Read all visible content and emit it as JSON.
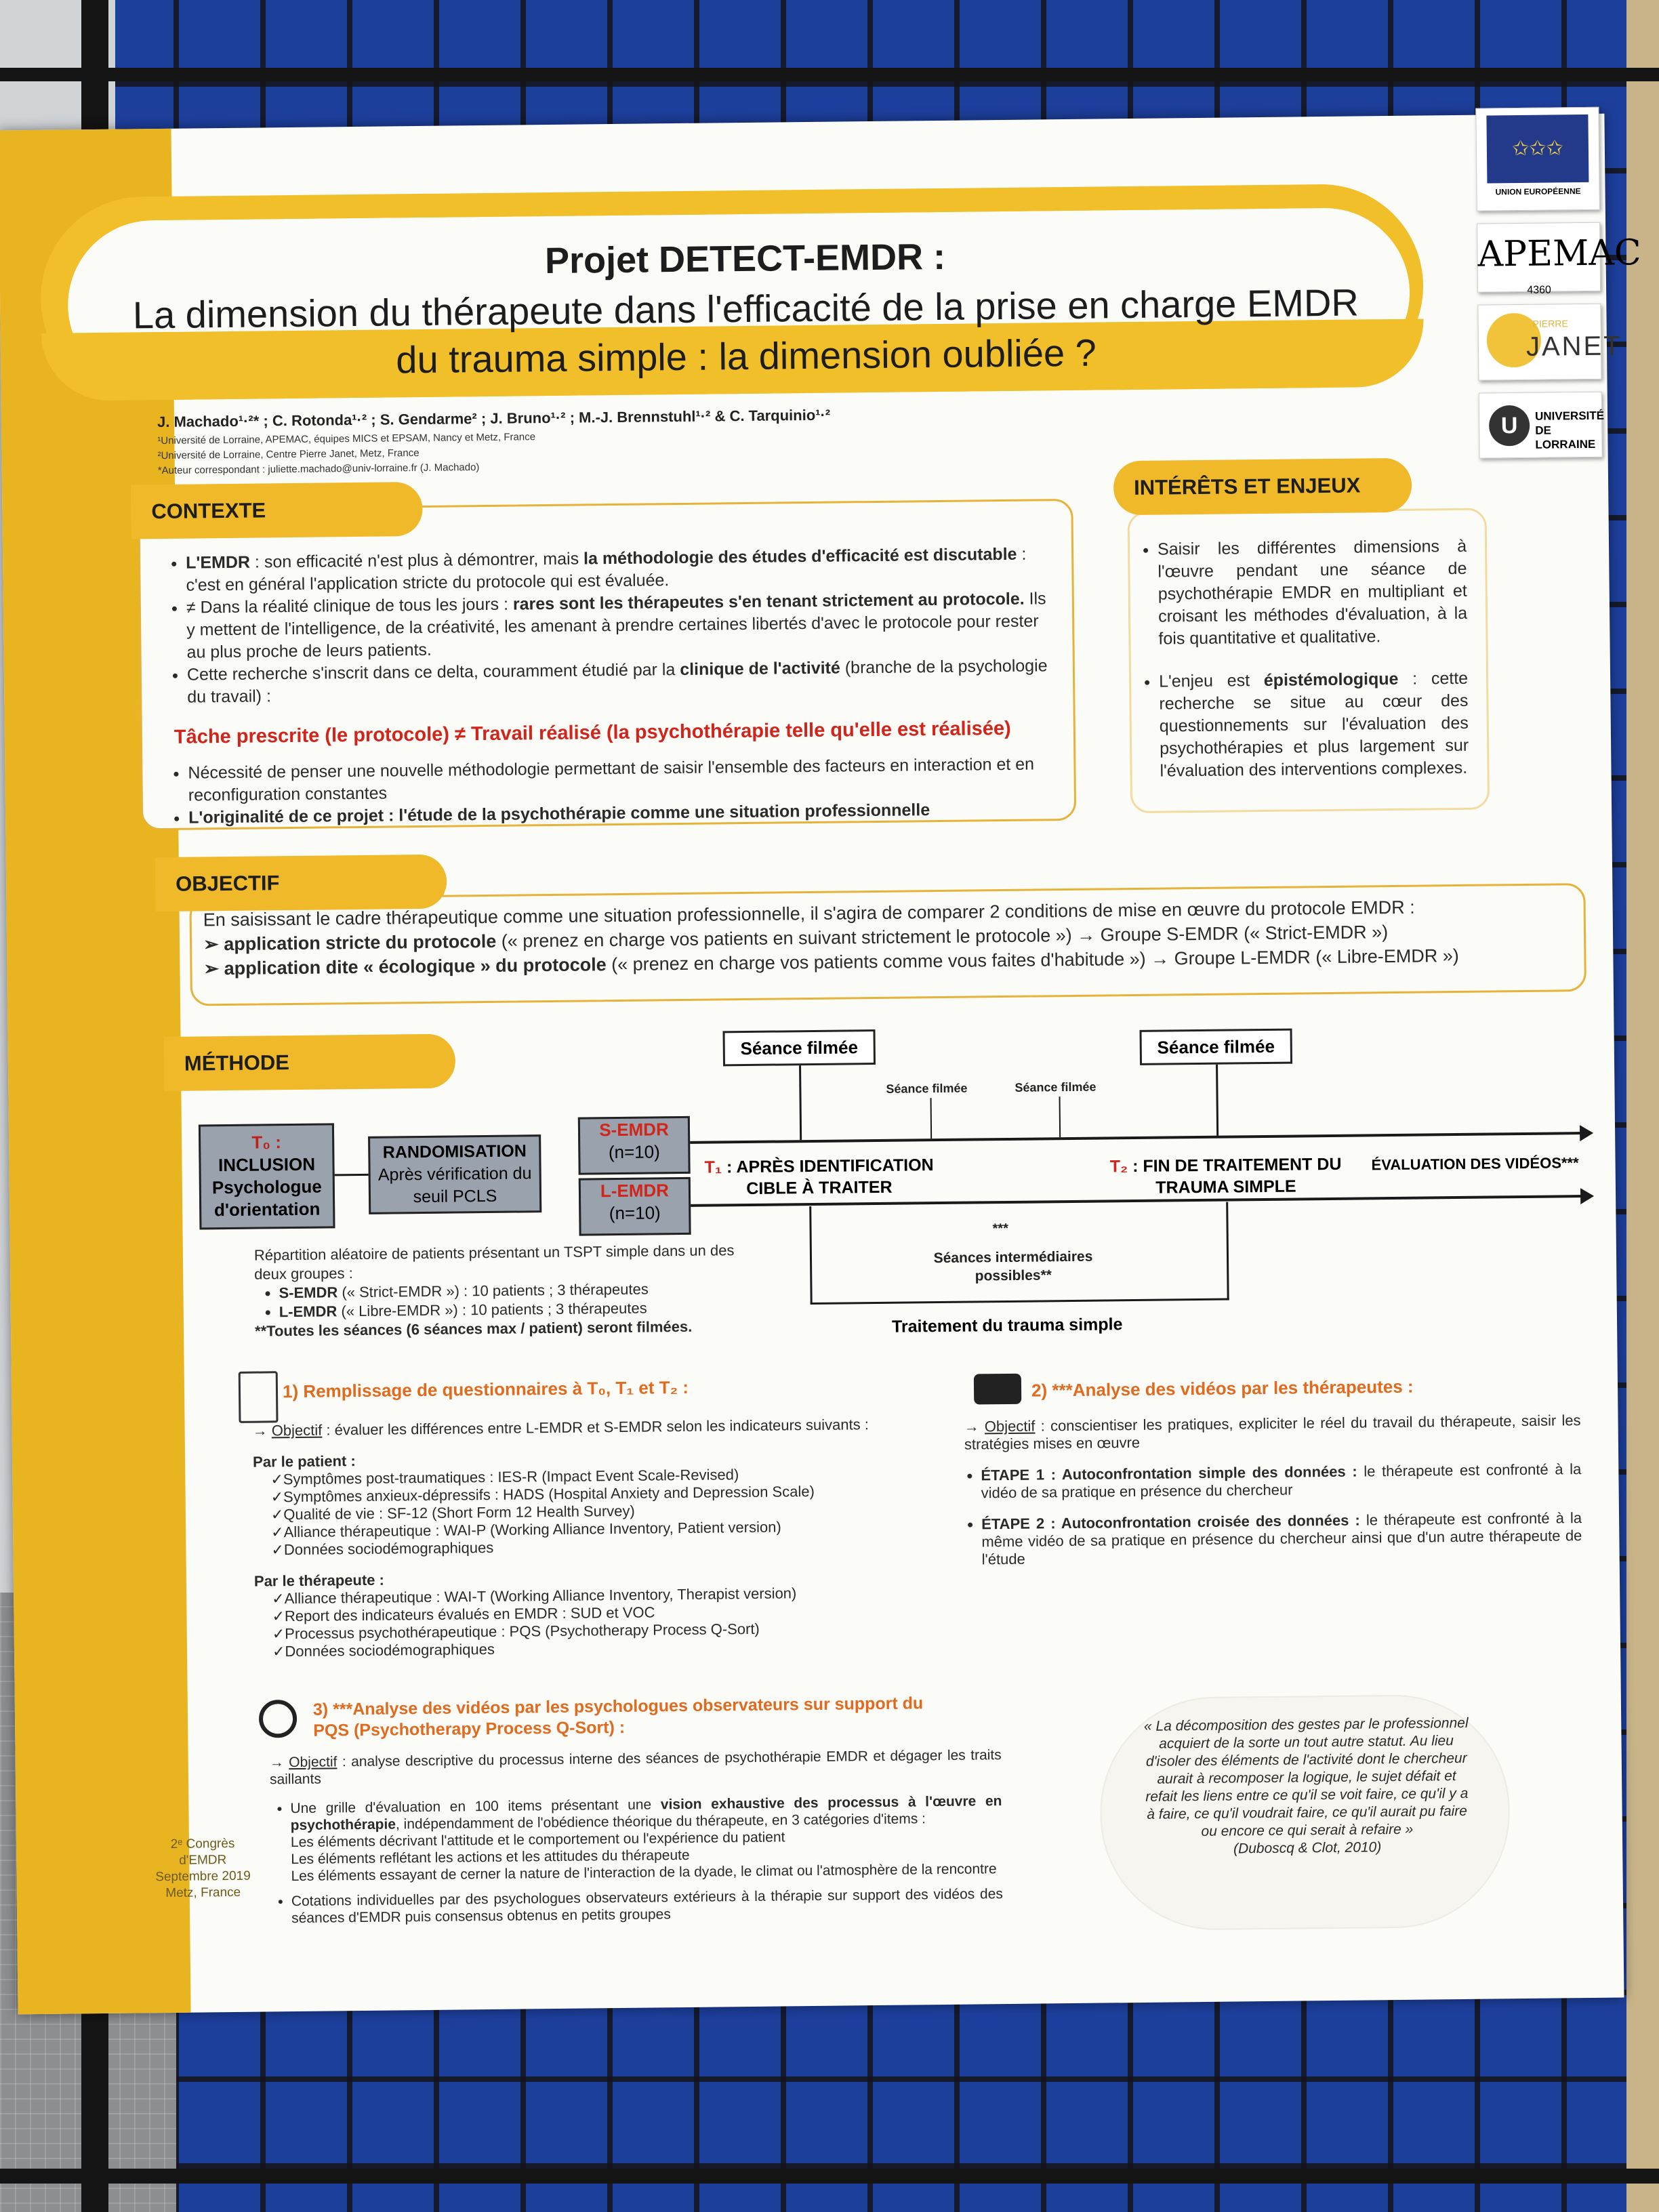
{
  "poster": {
    "title_main": "Projet DETECT-EMDR :",
    "title_sub1": "La dimension du thérapeute dans l'efficacité de la prise en charge EMDR",
    "title_sub2": "du trauma simple : la dimension oubliée ?",
    "authors": "J. Machado¹·²* ; C. Rotonda¹·² ; S. Gendarme² ; J. Bruno¹·² ; M.-J. Brennstuhl¹·² & C. Tarquinio¹·²",
    "aff1": "¹Université de Lorraine, APEMAC, équipes MICS et EPSAM, Nancy et Metz, France",
    "aff2": "²Université de Lorraine, Centre Pierre Janet, Metz, France",
    "aff3": "*Auteur correspondant : juliette.machado@univ-lorraine.fr (J. Machado)"
  },
  "logos": {
    "eu": "UNION EUROPÉENNE",
    "apemac": "APEMAC",
    "apemac_num": "4360",
    "janet_small": "PIERRE",
    "janet": "JANET",
    "ul1": "UNIVERSITÉ",
    "ul2": "DE LORRAINE"
  },
  "contexte": {
    "heading": "CONTEXTE",
    "b1a": "L'EMDR",
    "b1b": " : son efficacité n'est plus à démontrer, mais ",
    "b1c": "la méthodologie des études d'efficacité est discutable",
    "b1d": " : c'est en général l'application stricte du protocole qui est évaluée.",
    "b2a": "≠ Dans la réalité clinique de tous les jours : ",
    "b2b": "rares sont les thérapeutes s'en tenant strictement au protocole.",
    "b2c": " Ils y mettent de l'intelligence, de la créativité, les amenant à prendre certaines libertés d'avec le protocole pour rester au plus proche de leurs patients.",
    "b3a": "Cette recherche s'inscrit dans ce delta, couramment étudié par la ",
    "b3b": "clinique de l'activité",
    "b3c": " (branche de la psychologie du travail) :",
    "red_line": "Tâche prescrite (le protocole) ≠ Travail réalisé (la psychothérapie telle qu'elle est réalisée)",
    "b4": "Nécessité de penser une nouvelle méthodologie permettant de saisir l'ensemble des facteurs en interaction et en reconfiguration constantes",
    "b5": "L'originalité de ce projet : l'étude de la psychothérapie comme une situation professionnelle"
  },
  "interets": {
    "heading": "INTÉRÊTS ET ENJEUX",
    "p1": "Saisir les différentes dimensions à l'œuvre pendant une séance de psychothérapie EMDR en multipliant et croisant les méthodes d'évaluation, à la fois quantitative et qualitative.",
    "p2a": "L'enjeu est ",
    "p2b": "épistémologique",
    "p2c": " : cette recherche se situe au cœur des questionnements sur l'évaluation des psychothérapies et plus largement sur l'évaluation des interventions complexes."
  },
  "objectif": {
    "heading": "OBJECTIF",
    "intro": "En saisissant le cadre thérapeutique comme une situation professionnelle, il s'agira de comparer 2 conditions de mise en œuvre du protocole EMDR :",
    "l1a": "➢ application stricte du protocole",
    "l1b": " (« prenez en charge vos patients en suivant strictement le protocole ») → Groupe S-EMDR (« Strict-EMDR »)",
    "l2a": "➢ application dite « écologique » du protocole",
    "l2b": " (« prenez en charge vos patients comme vous faites d'habitude ») → Groupe L-EMDR (« Libre-EMDR »)"
  },
  "methode": {
    "heading": "MÉTHODE",
    "seance1": "Séance filmée",
    "seance2": "Séance filmée",
    "seance_small1": "Séance filmée",
    "seance_small2": "Séance filmée",
    "t0": "T₀ :",
    "inclusion": "INCLUSION",
    "psy": "Psychologue d'orientation",
    "rando1": "RANDOMISATION",
    "rando2": "Après vérification du seuil PCLS",
    "semdr": "S-EMDR",
    "n1": "(n=10)",
    "lemdr": "L-EMDR",
    "n2": "(n=10)",
    "t1": "T₁",
    "t1_text": " : APRÈS IDENTIFICATION CIBLE À TRAITER",
    "t2": "T₂",
    "t2_text": " : FIN DE TRAITEMENT DU TRAUMA SIMPLE",
    "eval": "ÉVALUATION DES VIDÉOS***",
    "dots": "***",
    "inter": "Séances intermédiaires possibles**",
    "traitement": "Traitement du trauma simple",
    "rep1": "Répartition aléatoire de patients présentant un TSPT simple dans un des deux groupes :",
    "rep2a": "S-EMDR",
    "rep2b": " (« Strict-EMDR ») : 10 patients ; 3 thérapeutes",
    "rep3a": "L-EMDR",
    "rep3b": " (« Libre-EMDR ») : 10 patients ; 3 thérapeutes",
    "rep4": "**Toutes les séances (6 séances max / patient) seront filmées."
  },
  "q1": {
    "title": "1) Remplissage de questionnaires à T₀, T₁ et T₂ :",
    "obj_label": "Objectif",
    "obj": " : évaluer les différences entre L-EMDR et S-EMDR selon les indicateurs suivants :",
    "patient": "Par le patient :",
    "p_items": [
      "Symptômes post-traumatiques : IES-R (Impact Event Scale-Revised)",
      "Symptômes anxieux-dépressifs : HADS (Hospital Anxiety and Depression Scale)",
      "Qualité de vie : SF-12 (Short Form 12 Health Survey)",
      "Alliance thérapeutique : WAI-P (Working Alliance Inventory, Patient version)",
      "Données sociodémographiques"
    ],
    "therapeute": "Par le thérapeute :",
    "t_items": [
      "Alliance thérapeutique : WAI-T (Working Alliance Inventory, Therapist version)",
      "Report des indicateurs évalués en EMDR : SUD et VOC",
      "Processus psychothérapeutique : PQS (Psychotherapy Process Q-Sort)",
      "Données sociodémographiques"
    ]
  },
  "q2": {
    "title": "2) ***Analyse des vidéos par les thérapeutes :",
    "obj_label": "Objectif",
    "obj": " : conscientiser les pratiques, expliciter le réel du travail du thérapeute, saisir les stratégies mises en œuvre",
    "e1a": "ÉTAPE 1 : Autoconfrontation simple des données :",
    "e1b": " le thérapeute est confronté à la vidéo de sa pratique en présence du chercheur",
    "e2a": "ÉTAPE 2 : Autoconfrontation croisée des données :",
    "e2b": " le thérapeute est confronté à la même vidéo de sa pratique en présence du chercheur ainsi que d'un autre thérapeute de l'étude"
  },
  "q3": {
    "title": "3) ***Analyse des vidéos par les psychologues observateurs sur support du PQS (Psychotherapy Process Q-Sort) :",
    "obj_label": "Objectif",
    "obj": " : analyse descriptive du processus interne des séances de psychothérapie EMDR et dégager les traits saillants",
    "i1a": "Une grille d'évaluation en 100 items présentant une ",
    "i1b": "vision exhaustive des processus à l'œuvre en psychothérapie",
    "i1c": ", indépendamment de l'obédience théorique du thérapeute, en 3 catégories d'items :",
    "s1": "Les éléments décrivant l'attitude et le comportement ou l'expérience du patient",
    "s2": "Les éléments reflétant les actions et les attitudes du thérapeute",
    "s3": "Les éléments essayant de cerner la nature de l'interaction de la dyade, le climat ou l'atmosphère de la rencontre",
    "i2": "Cotations individuelles par des psychologues observateurs extérieurs à la thérapie sur support des vidéos des séances d'EMDR puis consensus obtenus en petits groupes"
  },
  "quote": {
    "text": "« La décomposition des gestes par le professionnel acquiert de la sorte un tout autre statut. Au lieu d'isoler des éléments de l'activité dont le chercheur aurait à recomposer la logique, le sujet défait et refait les liens entre ce qu'il se voit faire, ce qu'il y a à faire, ce qu'il voudrait faire, ce qu'il aurait pu faire ou encore ce qui serait à refaire »",
    "cite": "(Duboscq & Clot, 2010)"
  },
  "sidebar": {
    "l1": "2ᵉ Congrès",
    "l2": "d'EMDR",
    "l3": "Septembre 2019",
    "l4": "Metz, France"
  },
  "colors": {
    "gold": "#f0b92a",
    "red": "#d1241a",
    "orange": "#e06b1f",
    "board": "#1d3f9c"
  }
}
